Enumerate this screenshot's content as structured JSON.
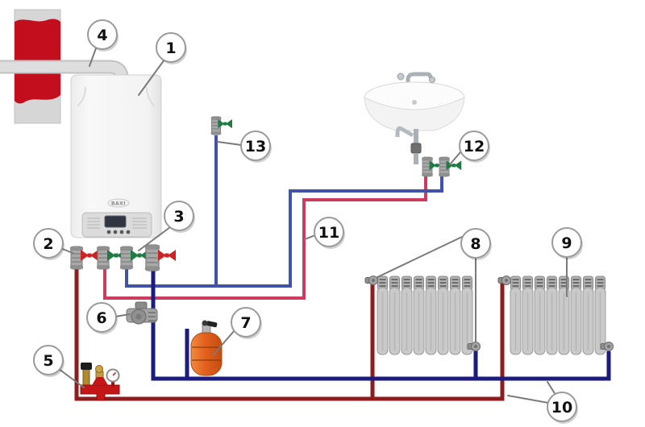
{
  "colors": {
    "heating_supply": "#8e1c1c",
    "heating_return": "#1c1c7e",
    "dhw_hot": "#cb3c5e",
    "cold_water": "#4053a8",
    "valve_green": "#1f7a44",
    "valve_red": "#cc2424",
    "tank_orange": "#e4611e",
    "manifold_red": "#c41616",
    "wall_brick_red": "#c30f1d",
    "leader_gray": "#7a7a7a",
    "callout_border": "#9a9a9a"
  },
  "boiler": {
    "logo": "BAXI"
  },
  "callouts": [
    {
      "number": "1"
    },
    {
      "number": "2"
    },
    {
      "number": "3"
    },
    {
      "number": "4"
    },
    {
      "number": "5"
    },
    {
      "number": "6"
    },
    {
      "number": "7"
    },
    {
      "number": "8"
    },
    {
      "number": "9"
    },
    {
      "number": "10"
    },
    {
      "number": "11"
    },
    {
      "number": "12"
    },
    {
      "number": "13"
    }
  ]
}
